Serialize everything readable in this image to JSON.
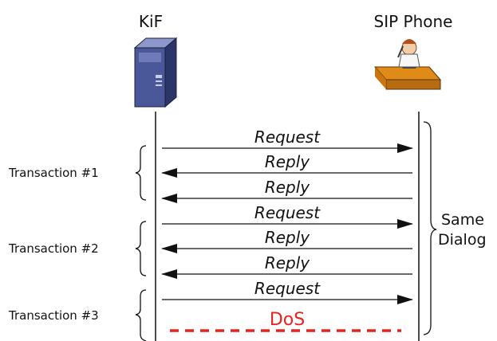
{
  "entities": {
    "left": {
      "label": "KiF",
      "icon": "server-tower-icon"
    },
    "right": {
      "label": "SIP Phone",
      "icon": "phone-operator-icon"
    }
  },
  "messages": [
    {
      "label": "Request",
      "direction": "right"
    },
    {
      "label": "Reply",
      "direction": "left"
    },
    {
      "label": "Reply",
      "direction": "left"
    },
    {
      "label": "Request",
      "direction": "right"
    },
    {
      "label": "Reply",
      "direction": "left"
    },
    {
      "label": "Reply",
      "direction": "left"
    },
    {
      "label": "Request",
      "direction": "right"
    }
  ],
  "transactions": [
    {
      "label": "Transaction #1"
    },
    {
      "label": "Transaction #2"
    },
    {
      "label": "Transaction #3"
    }
  ],
  "dialog": {
    "label_line1": "Same",
    "label_line2": "Dialog"
  },
  "dos": {
    "label": "DoS",
    "color": "#e8231e"
  },
  "colors": {
    "line": "#111111",
    "server_body": "#3f4b8c",
    "dos": "#e8231e"
  }
}
